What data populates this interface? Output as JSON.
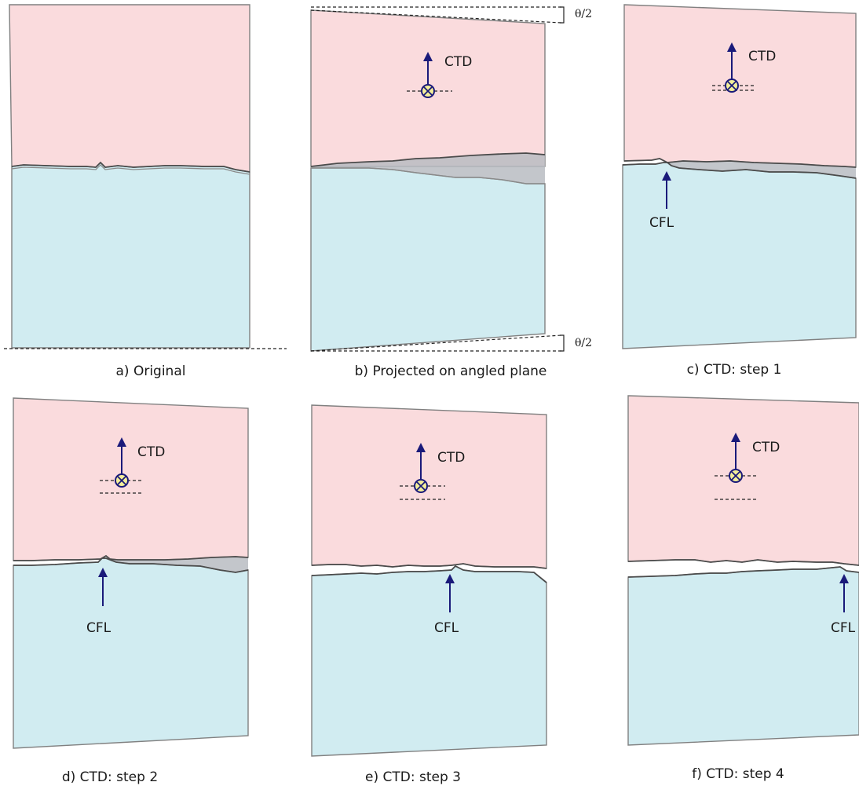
{
  "panels": [
    {
      "id": "a",
      "caption": "a) Original"
    },
    {
      "id": "b",
      "caption": "b) Projected on angled plane",
      "angle_labels": [
        "θ/2",
        "θ/2"
      ],
      "ctd_label": "CTD"
    },
    {
      "id": "c",
      "caption": "c) CTD: step 1",
      "ctd_label": "CTD",
      "cfl_label": "CFL"
    },
    {
      "id": "d",
      "caption": "d) CTD: step 2",
      "ctd_label": "CTD",
      "cfl_label": "CFL"
    },
    {
      "id": "e",
      "caption": "e) CTD: step 3",
      "ctd_label": "CTD",
      "cfl_label": "CFL"
    },
    {
      "id": "f",
      "caption": "f) CTD: step 4",
      "ctd_label": "CTD",
      "cfl_label": "CFL"
    }
  ],
  "colors": {
    "top_block": "#fadbdd",
    "bottom_block": "#d1ecf1",
    "arrow": "#1a1a7a",
    "symbol_fill": "#f4ef9a"
  }
}
